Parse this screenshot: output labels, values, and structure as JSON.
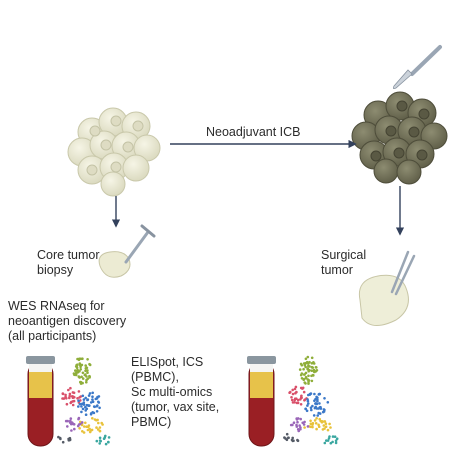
{
  "labels": {
    "arrow_label": "Neoadjuvant ICB",
    "core_biopsy": "Core tumor\nbiopsy",
    "surgical_tumor": "Surgical\ntumor",
    "wes": "WES RNAseq for\nneoantigen discovery\n(all participants)",
    "assays": "ELISpot, ICS\n(PBMC),\nSc multi-omics\n(tumor, vax site,\nPBMC)"
  },
  "colors": {
    "pre_tumor_cell": "#ecebd8",
    "post_tumor_cell": "#77765d",
    "arrow": "#33415c",
    "tissue": "#eeeed8",
    "blood": "#9a1f24",
    "plasma": "#e7c24a"
  }
}
